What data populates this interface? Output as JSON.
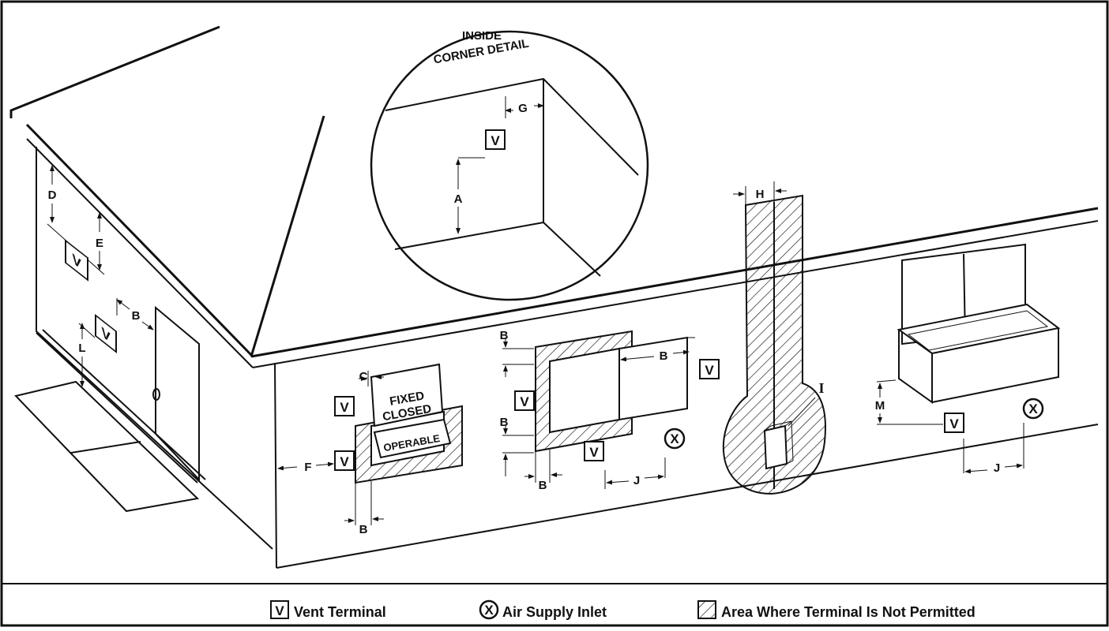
{
  "detail": {
    "title_line1": "INSIDE",
    "title_line2": "CORNER DETAIL",
    "label_a": "A",
    "label_g": "G"
  },
  "labels": {
    "a": "A",
    "b": "B",
    "c": "C",
    "d": "D",
    "e": "E",
    "f": "F",
    "g": "G",
    "h": "H",
    "i": "I",
    "j": "J",
    "l": "L",
    "m": "M"
  },
  "window_tags": {
    "fixed": "FIXED",
    "closed": "CLOSED",
    "operable": "OPERABLE"
  },
  "symbols": {
    "vent": "V",
    "air": "X"
  },
  "legend": {
    "vent": "Vent Terminal",
    "air": "Air Supply Inlet",
    "area": "Area Where Terminal Is Not Permitted"
  }
}
